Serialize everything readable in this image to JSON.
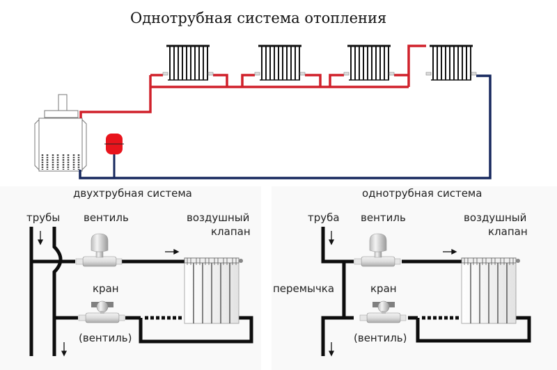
{
  "title": "Однотрубная система отопления",
  "colors": {
    "supply_pipe": "#d0202a",
    "return_pipe": "#17285e",
    "expansion_tank": "#e8141c",
    "pipe_black": "#0d0d0d",
    "fitting_gray": "#d8d8d8"
  },
  "top_scheme": {
    "radiator_count": 4,
    "components": [
      "boiler",
      "expansion-tank",
      "radiator",
      "radiator",
      "radiator",
      "radiator"
    ]
  },
  "left_panel": {
    "title": "двухтрубная система",
    "pipes_label": "трубы",
    "valve_label": "вентиль",
    "air_valve_label_line1": "воздушный",
    "air_valve_label_line2": "клапан",
    "tap_label": "кран",
    "tap_alt_label": "(вентиль)"
  },
  "right_panel": {
    "title": "однотрубная система",
    "pipe_label": "труба",
    "valve_label": "вентиль",
    "air_valve_label_line1": "воздушный",
    "air_valve_label_line2": "клапан",
    "bypass_label": "перемычка",
    "tap_label": "кран",
    "tap_alt_label": "(вентиль)"
  }
}
